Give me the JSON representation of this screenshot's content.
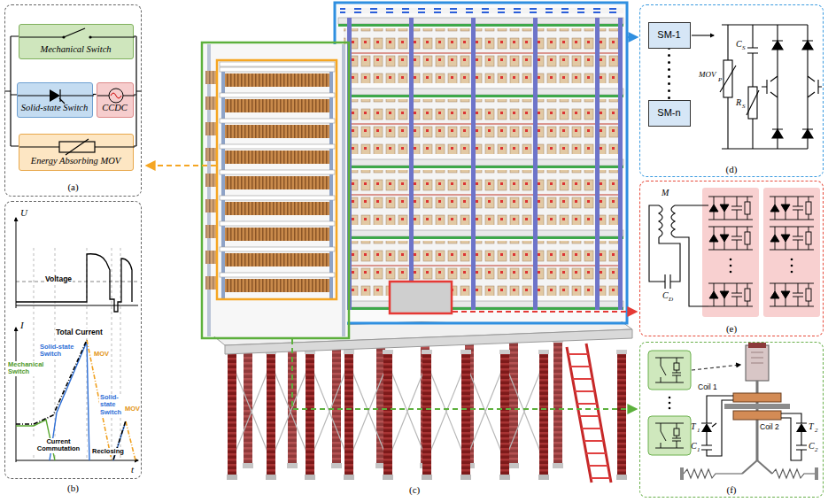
{
  "diagram": {
    "nodes": [
      {
        "text": [
          "(a)"
        ]
      },
      {
        "text": [
          "Mechanical Switch"
        ],
        "in": 0
      },
      {
        "text": [
          "Solid-state Switch"
        ],
        "in": 0
      },
      {
        "text": [
          "CCDC"
        ],
        "in": 0
      },
      {
        "text": [
          "Energy Absorbing MOV"
        ],
        "in": 0
      },
      {
        "text": [
          "(b)"
        ]
      },
      {
        "text": [
          "(d)"
        ]
      },
      {
        "text": [
          "SM-1"
        ],
        "in": 6
      },
      {
        "text": [
          "SM-n"
        ],
        "in": 6
      },
      {
        "text": [
          "(e)"
        ]
      },
      {
        "text": [
          "(f)"
        ]
      }
    ],
    "edges": [
      {
        "from": 2,
        "to": 3,
        "arrow": "none"
      },
      {
        "from": 7,
        "to": 8,
        "arrow": "none"
      }
    ],
    "labels": [
      "U",
      "Voltage",
      "I",
      "Total Current",
      "Solid-state Switch",
      "MOV",
      "Mechanical Switch",
      "Current Commutation",
      "Reclosing",
      "Solid-state Switch",
      "MOV",
      "t",
      "(c)",
      "C",
      "S",
      "MOV",
      "P",
      "R",
      "S",
      "M",
      "C",
      "D",
      "Coil 1",
      "T",
      "1",
      "Coil 2",
      "T",
      "2",
      "C",
      "1",
      "C",
      "2"
    ]
  }
}
